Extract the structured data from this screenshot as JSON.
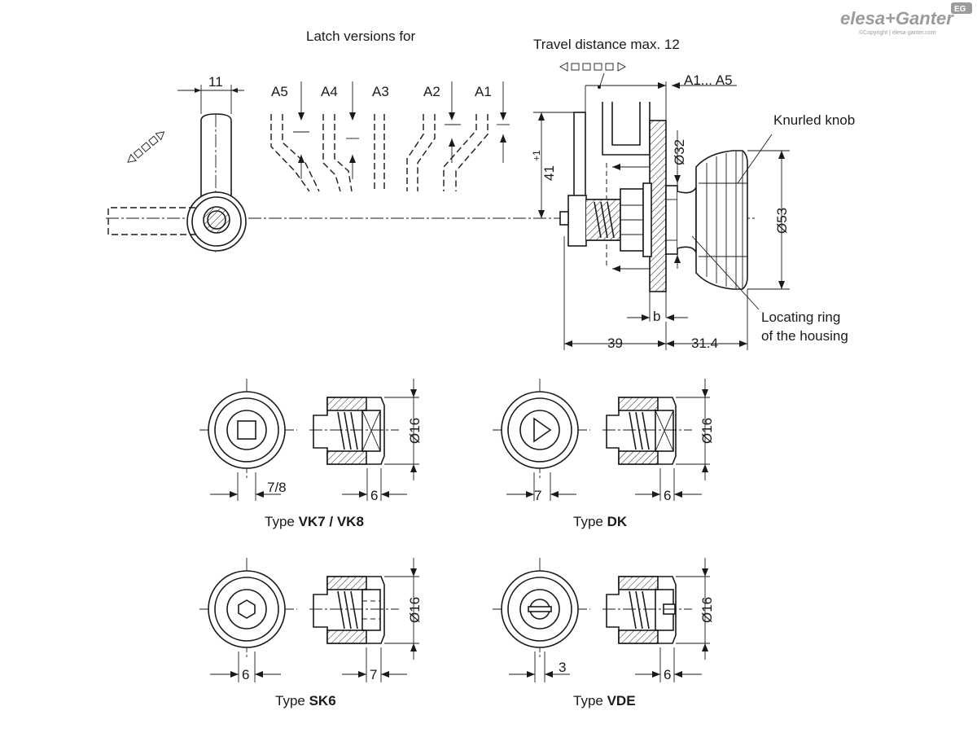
{
  "brand": {
    "name": "elesa+Ganter",
    "copyright": "©Copyright | elesa-ganter.com",
    "badge": "EG"
  },
  "main_view": {
    "latch_versions_title": "Latch versions for",
    "latch_labels": [
      "A5",
      "A4",
      "A3",
      "A2",
      "A1"
    ],
    "travel_label": "Travel distance max. 12",
    "range_label": "A1... A5",
    "knurled_knob_label": "Knurled knob",
    "locating_ring_label_1": "Locating ring",
    "locating_ring_label_2": "of the housing",
    "dim_11": "11",
    "dim_41": "41",
    "dim_41_tol": "+1",
    "dim_d32": "Ø32",
    "dim_d53": "Ø53",
    "dim_b": "b",
    "dim_39": "39",
    "dim_31_4": "31.4"
  },
  "types": [
    {
      "prefix": "Type ",
      "name": "VK7 / VK8",
      "front_dim": "7/8",
      "side_dim": "6",
      "dia": "Ø16"
    },
    {
      "prefix": "Type ",
      "name": "DK",
      "front_dim": "7",
      "side_dim": "6",
      "dia": "Ø16"
    },
    {
      "prefix": "Type ",
      "name": "SK6",
      "front_dim": "6",
      "side_dim": "7",
      "dia": "Ø16"
    },
    {
      "prefix": "Type ",
      "name": "VDE",
      "front_dim": "3",
      "side_dim": "6",
      "dia": "Ø16"
    }
  ]
}
